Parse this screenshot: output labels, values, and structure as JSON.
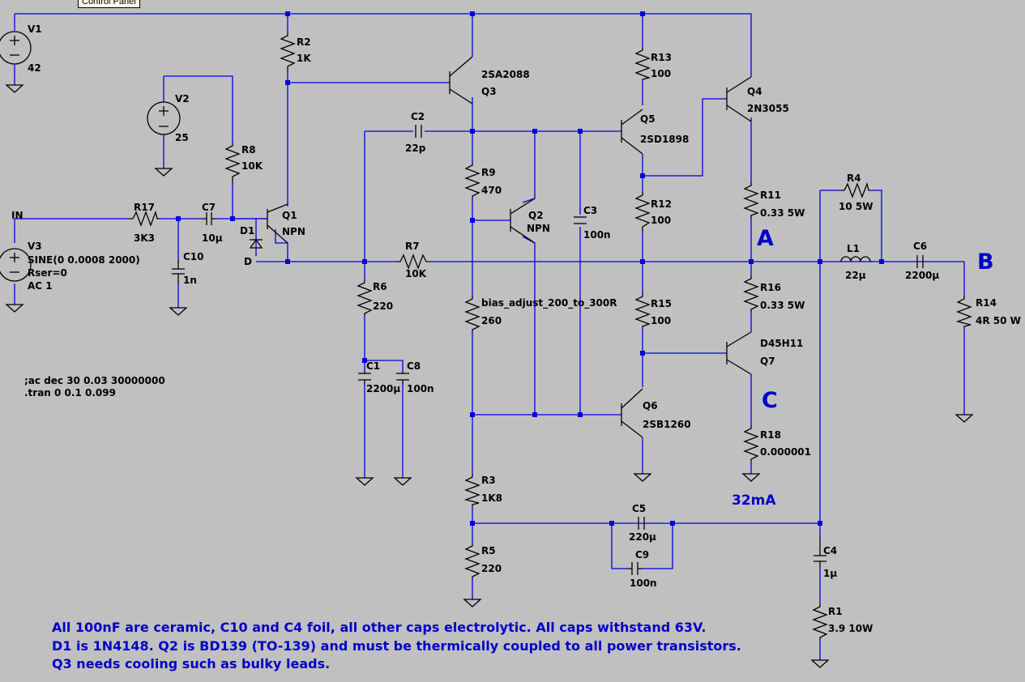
{
  "control_panel": "Control Panel",
  "components": {
    "V1": {
      "ref": "V1",
      "value": "42"
    },
    "V2": {
      "ref": "V2",
      "value": "25"
    },
    "V3": {
      "ref": "V3",
      "value": "SINE(0 0.0008 2000)",
      "rser": "Rser=0",
      "ac": "AC 1"
    },
    "R1": {
      "ref": "R1",
      "value": "3.9 10W"
    },
    "R2": {
      "ref": "R2",
      "value": "1K"
    },
    "R3": {
      "ref": "R3",
      "value": "1K8"
    },
    "R4": {
      "ref": "R4",
      "value": "10 5W"
    },
    "R5": {
      "ref": "R5",
      "value": "220"
    },
    "R6": {
      "ref": "R6",
      "value": "220"
    },
    "R7": {
      "ref": "R7",
      "value": "10K"
    },
    "R8": {
      "ref": "R8",
      "value": "10K"
    },
    "R9": {
      "ref": "R9",
      "value": "470"
    },
    "R11": {
      "ref": "R11",
      "value": "0.33 5W"
    },
    "R12": {
      "ref": "R12",
      "value": "100"
    },
    "R13": {
      "ref": "R13",
      "value": "100"
    },
    "R14": {
      "ref": "R14",
      "value": "4R 50 W"
    },
    "R15": {
      "ref": "R15",
      "value": "100"
    },
    "R16": {
      "ref": "R16",
      "value": "0.33 5W"
    },
    "R17": {
      "ref": "R17",
      "value": "3K3"
    },
    "R18": {
      "ref": "R18",
      "value": "0.000001"
    },
    "Rbias": {
      "ref": "bias_adjust_200_to_300R",
      "value": "260"
    },
    "C1": {
      "ref": "C1",
      "value": "2200µ"
    },
    "C2": {
      "ref": "C2",
      "value": "22p"
    },
    "C3": {
      "ref": "C3",
      "value": "100n"
    },
    "C4": {
      "ref": "C4",
      "value": "1µ"
    },
    "C5": {
      "ref": "C5",
      "value": "220µ"
    },
    "C6": {
      "ref": "C6",
      "value": "2200µ"
    },
    "C7": {
      "ref": "C7",
      "value": "10µ"
    },
    "C8": {
      "ref": "C8",
      "value": "100n"
    },
    "C9": {
      "ref": "C9",
      "value": "100n"
    },
    "C10": {
      "ref": "C10",
      "value": "1n"
    },
    "L1": {
      "ref": "L1",
      "value": "22µ"
    },
    "D1": {
      "ref": "D1",
      "pin": "D"
    },
    "Q1": {
      "ref": "Q1",
      "model": "NPN"
    },
    "Q2": {
      "ref": "Q2",
      "model": "NPN"
    },
    "Q3": {
      "ref": "Q3",
      "model": "2SA2088"
    },
    "Q4": {
      "ref": "Q4",
      "model": "2N3055"
    },
    "Q5": {
      "ref": "Q5",
      "model": "2SD1898"
    },
    "Q6": {
      "ref": "Q6",
      "model": "2SB1260"
    },
    "Q7": {
      "ref": "Q7",
      "model": "D45H11"
    }
  },
  "nets": {
    "in": "IN",
    "a": "A",
    "b": "B",
    "c": "C"
  },
  "directives": {
    "ac": ";ac dec 30 0.03 30000000",
    "tran": ".tran 0 0.1 0.099"
  },
  "current_label": "32mA",
  "notes": [
    "All 100nF are ceramic, C10 and C4 foil, all other caps electrolytic. All caps withstand 63V.",
    "D1 is 1N4148. Q2 is BD139 (TO-139) and must be thermically coupled to all power  transistors.",
    "Q3 needs cooling such as bulky leads."
  ],
  "colors": {
    "background": "#c0c0c0",
    "wire": "#0000e0",
    "component": "#000000",
    "annotation": "#0000c8"
  }
}
